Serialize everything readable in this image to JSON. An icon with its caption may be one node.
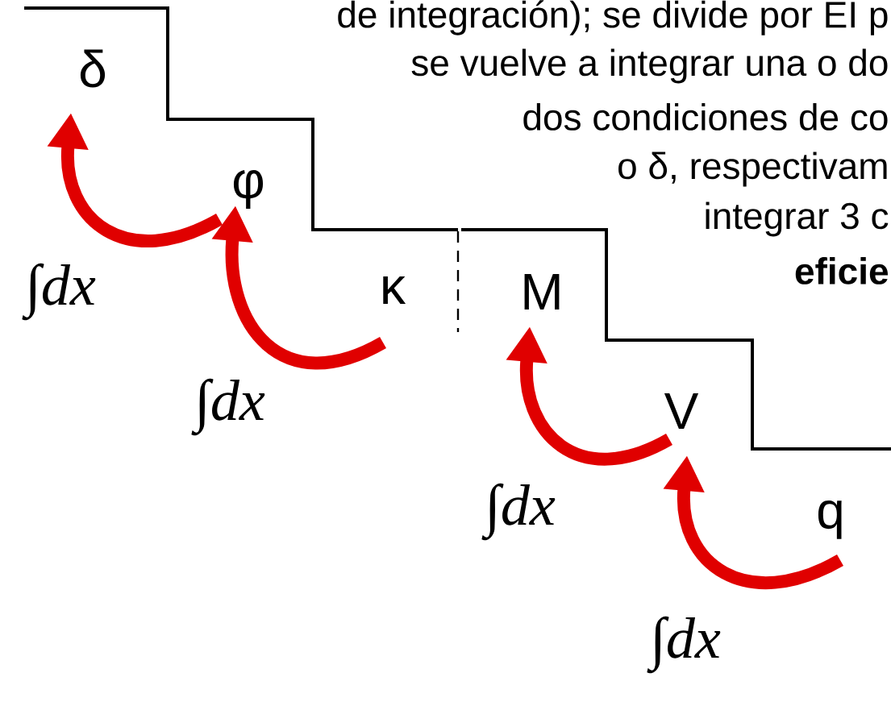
{
  "diagram": {
    "nodes": [
      {
        "text": [
          "δ"
        ]
      },
      {
        "text": [
          "φ"
        ]
      },
      {
        "text": [
          "κ"
        ]
      },
      {
        "text": [
          "M"
        ]
      },
      {
        "text": [
          "V"
        ]
      },
      {
        "text": [
          "q"
        ]
      }
    ],
    "edges": [
      {
        "from": 1,
        "to": 0,
        "arrow": "to",
        "label": "∫dx"
      },
      {
        "from": 2,
        "to": 1,
        "arrow": "to",
        "label": "∫dx"
      },
      {
        "from": 4,
        "to": 3,
        "arrow": "to",
        "label": "∫dx"
      },
      {
        "from": 5,
        "to": 4,
        "arrow": "to",
        "label": "∫dx"
      }
    ],
    "labels": [
      "de integración); se divide por EI p",
      "se vuelve a integrar una o do",
      "dos condiciones de co",
      "o δ, respectivam",
      "integrar 3 c",
      "**eficie**"
    ]
  }
}
